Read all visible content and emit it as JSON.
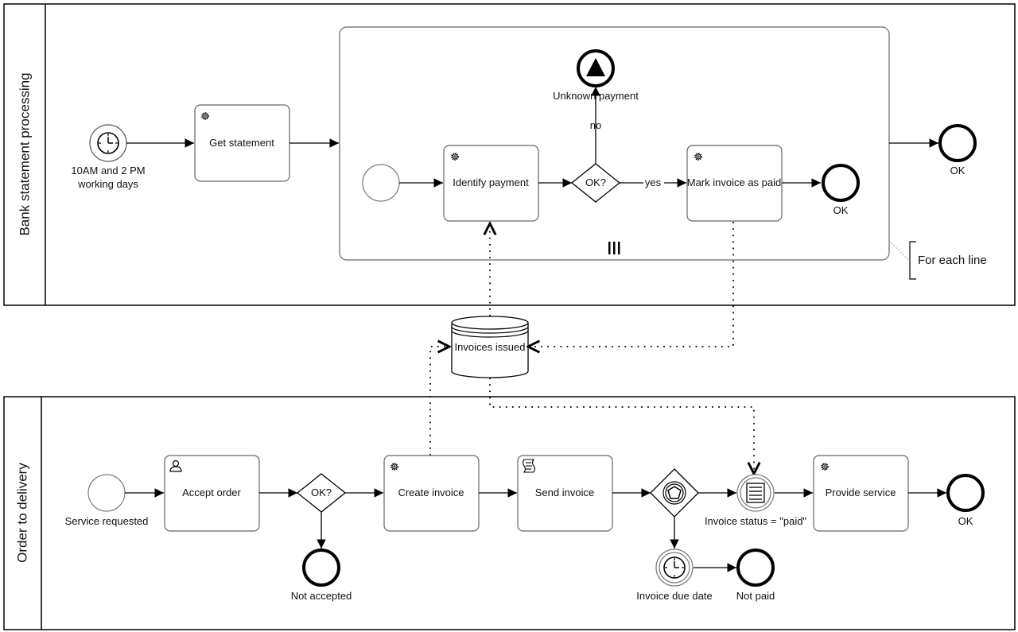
{
  "pools": {
    "bank": {
      "label": "Bank statement processing"
    },
    "order": {
      "label": "Order to delivery"
    }
  },
  "bank": {
    "timer_start_line1": "10AM and 2 PM",
    "timer_start_line2": "working days",
    "get_statement": "Get statement",
    "subprocess": {
      "identify_payment": "Identify payment",
      "gateway": "OK?",
      "flow_no": "no",
      "flow_yes": "yes",
      "unknown_payment": "Unknown payment",
      "mark_invoice": "Mark invoice as paid",
      "end_ok": "OK"
    },
    "end_ok": "OK",
    "annotation": "For each line"
  },
  "data_store": {
    "label": "Invoices issued"
  },
  "order": {
    "start": "Service requested",
    "accept_order": "Accept order",
    "gateway": "OK?",
    "not_accepted": "Not accepted",
    "create_invoice": "Create invoice",
    "send_invoice": "Send invoice",
    "invoice_status": "Invoice status = \"paid\"",
    "provide_service": "Provide service",
    "end_ok": "OK",
    "invoice_due_date": "Invoice due date",
    "not_paid": "Not paid"
  },
  "colors": {
    "stroke": "#000000",
    "task_stroke": "#555555",
    "fill": "#ffffff"
  }
}
